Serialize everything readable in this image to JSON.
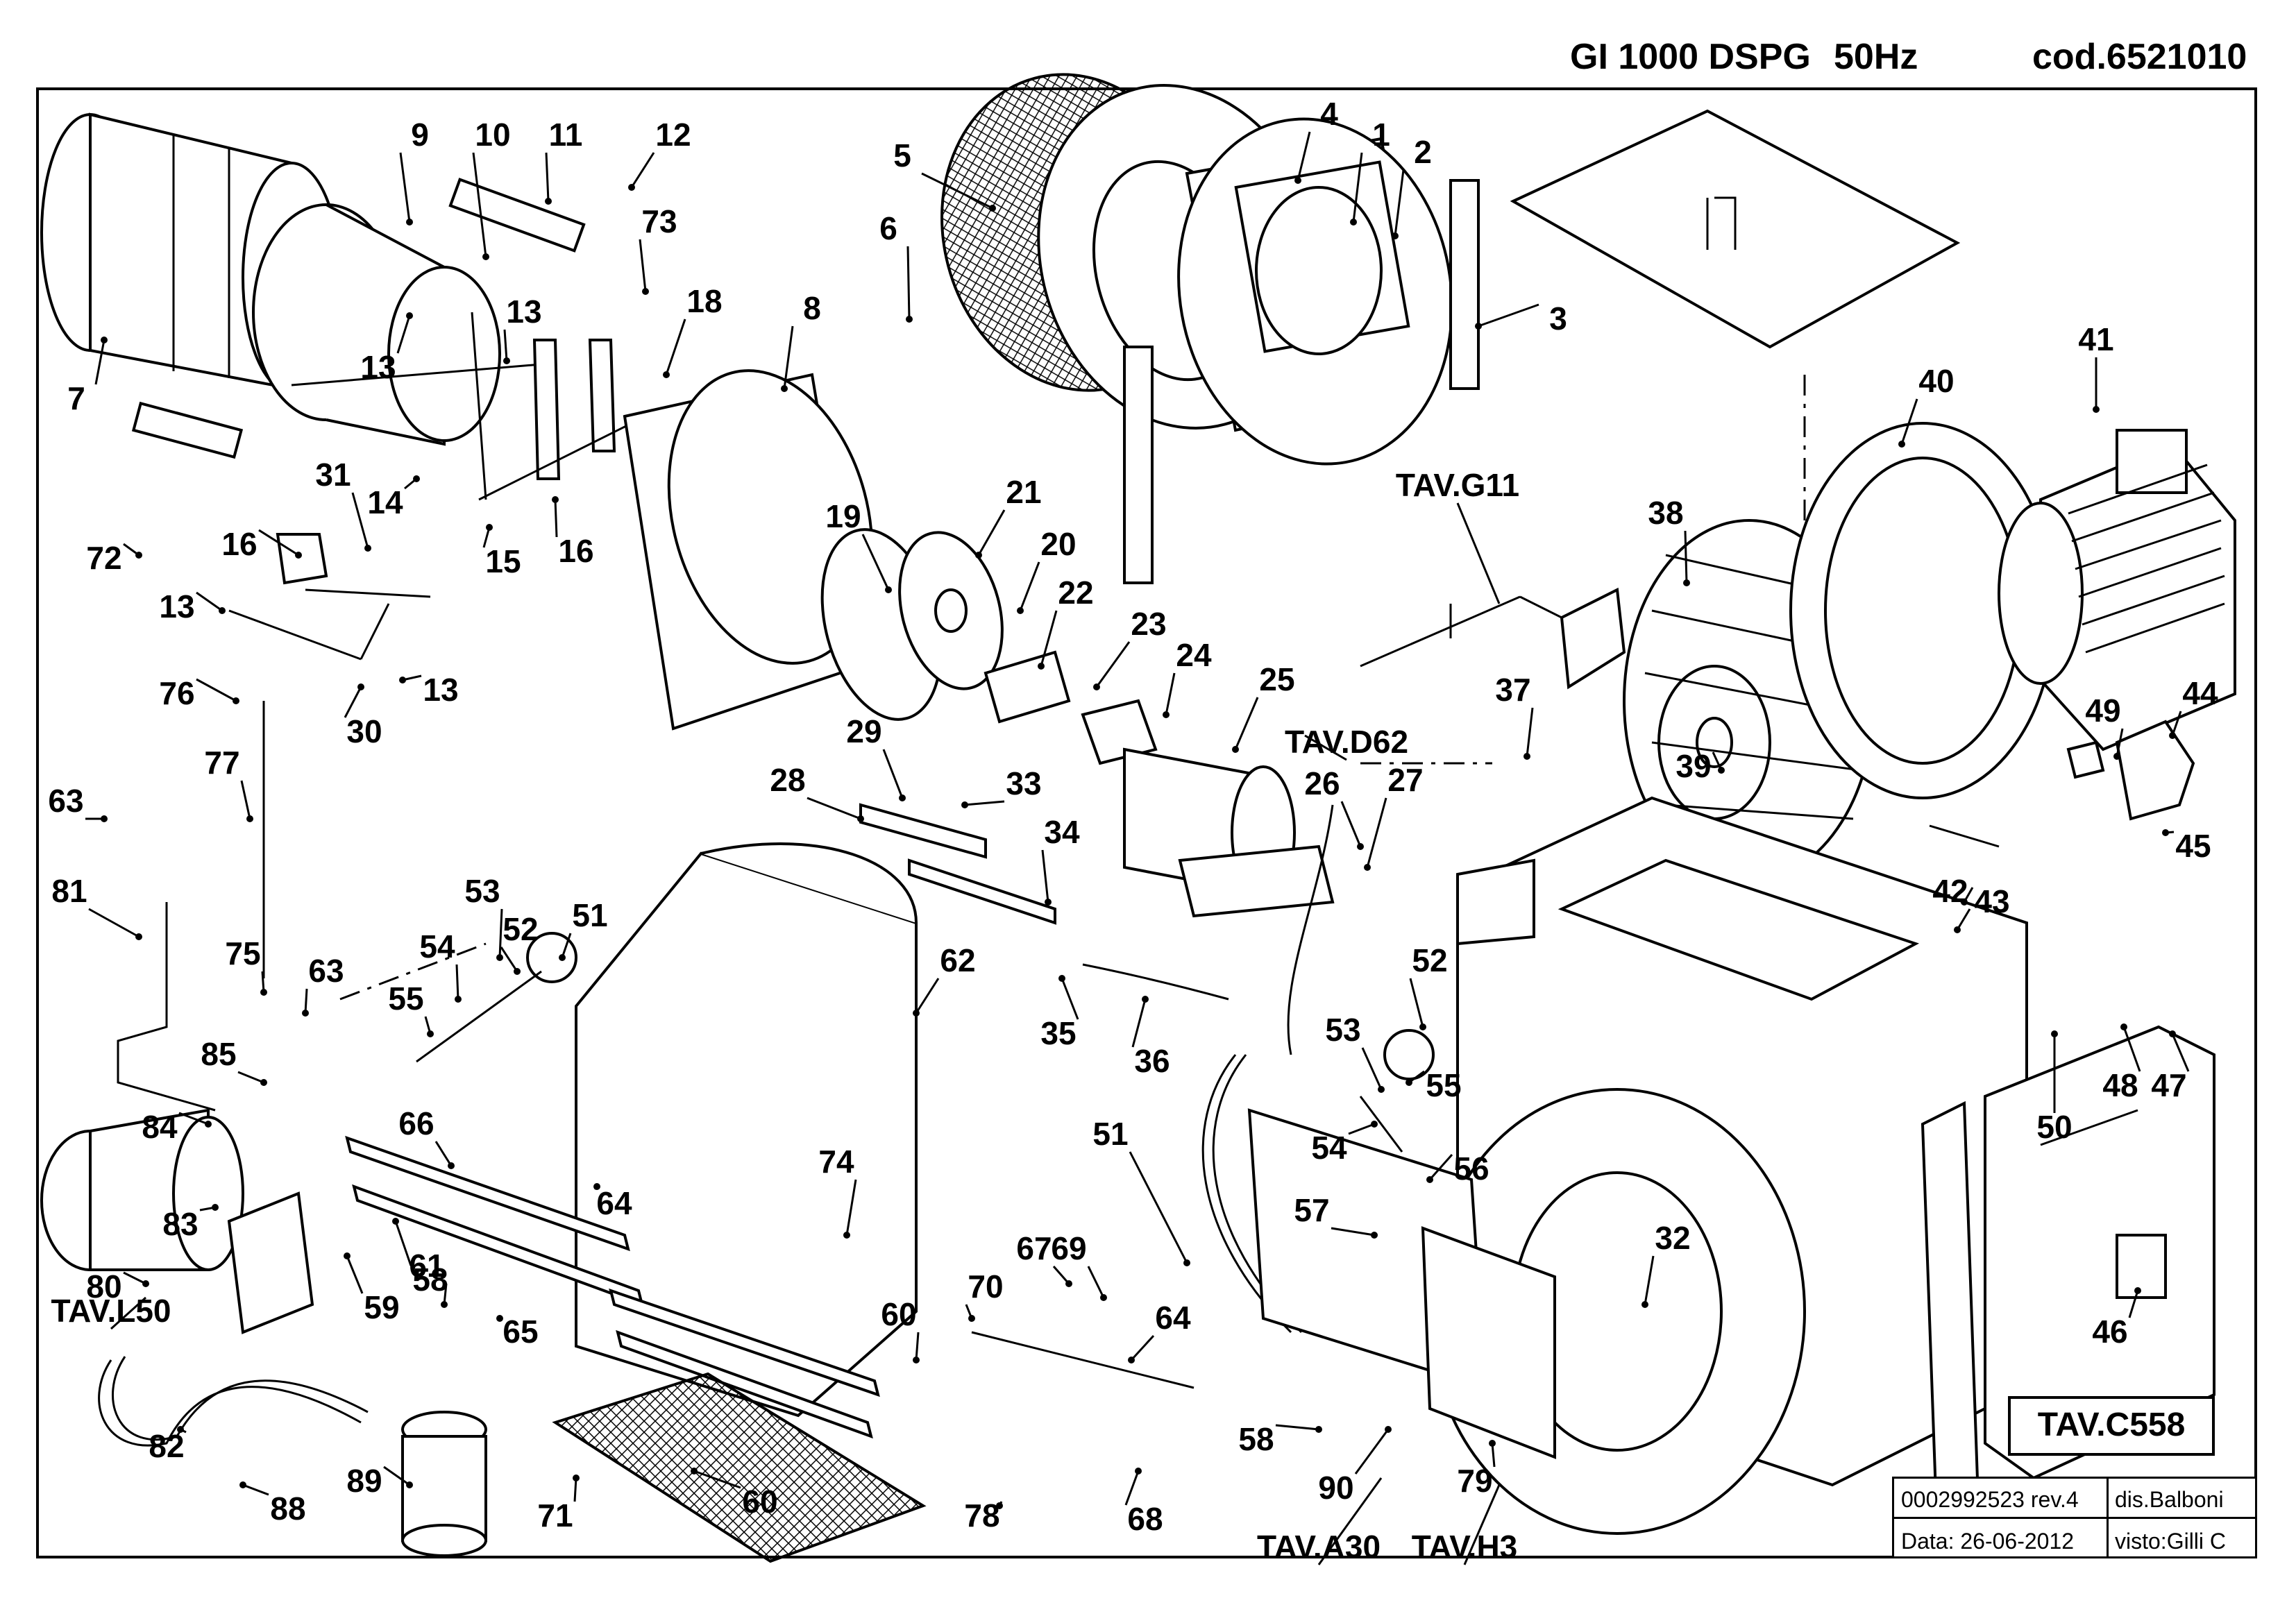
{
  "header": {
    "model": "GI  1000 DSPG",
    "frequency": "50Hz",
    "code": "cod.6521010"
  },
  "title_block": {
    "drawing_number": "0002992523 rev.4",
    "drawn_by": "dis.Balboni",
    "date": "Data: 26-06-2012",
    "checked_by": "visto:Gilli C",
    "table_ref": "TAV.C558"
  },
  "table_refs": [
    "TAV.G11",
    "TAV.D62",
    "TAV.L50",
    "TAV.A30",
    "TAV.H3"
  ],
  "part_labels": [
    "1",
    "2",
    "3",
    "4",
    "5",
    "6",
    "7",
    "8",
    "9",
    "10",
    "11",
    "12",
    "13",
    "13",
    "13",
    "13",
    "14",
    "15",
    "16",
    "16",
    "18",
    "19",
    "20",
    "21",
    "22",
    "23",
    "24",
    "25",
    "26",
    "27",
    "28",
    "29",
    "30",
    "31",
    "32",
    "33",
    "34",
    "35",
    "36",
    "37",
    "38",
    "39",
    "40",
    "41",
    "42",
    "43",
    "44",
    "45",
    "46",
    "47",
    "48",
    "49",
    "50",
    "51",
    "51",
    "52",
    "52",
    "53",
    "53",
    "54",
    "54",
    "55",
    "55",
    "56",
    "57",
    "58",
    "58",
    "59",
    "60",
    "60",
    "61",
    "62",
    "63",
    "63",
    "64",
    "64",
    "65",
    "66",
    "67",
    "68",
    "69",
    "70",
    "71",
    "72",
    "73",
    "74",
    "75",
    "76",
    "77",
    "78",
    "79",
    "80",
    "81",
    "82",
    "83",
    "84",
    "85",
    "88",
    "89",
    "90"
  ],
  "icons": {
    "motor": "electric-motor-icon",
    "fan": "fan-impeller-icon",
    "pump": "pump-icon",
    "filter": "filter-icon"
  }
}
